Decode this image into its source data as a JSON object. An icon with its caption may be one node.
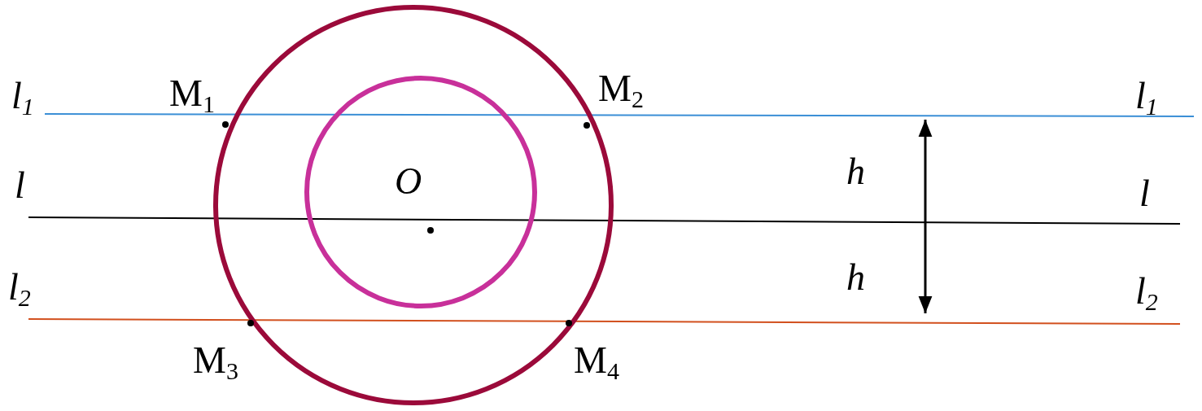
{
  "diagram": {
    "labels": [
      "l$_{1}$",
      "M$_{1}$",
      "M$_{2}$",
      "l$_{1}$",
      "l",
      "O",
      "h",
      "l",
      "l$_{2}$",
      "h",
      "l$_{2}$",
      "M$_{3}$",
      "M$_{4}$"
    ]
  }
}
